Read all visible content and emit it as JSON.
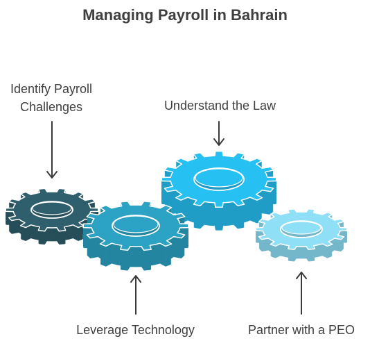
{
  "title": "Managing Payroll in Bahrain",
  "steps": [
    {
      "label": "Identify Payroll Challenges",
      "color": "#2f5f6c"
    },
    {
      "label": "Understand the Law",
      "color": "#27c0f2"
    },
    {
      "label": "Leverage Technology",
      "color": "#2ca2c4"
    },
    {
      "label": "Partner with a PEO",
      "color": "#8fdff6"
    }
  ]
}
